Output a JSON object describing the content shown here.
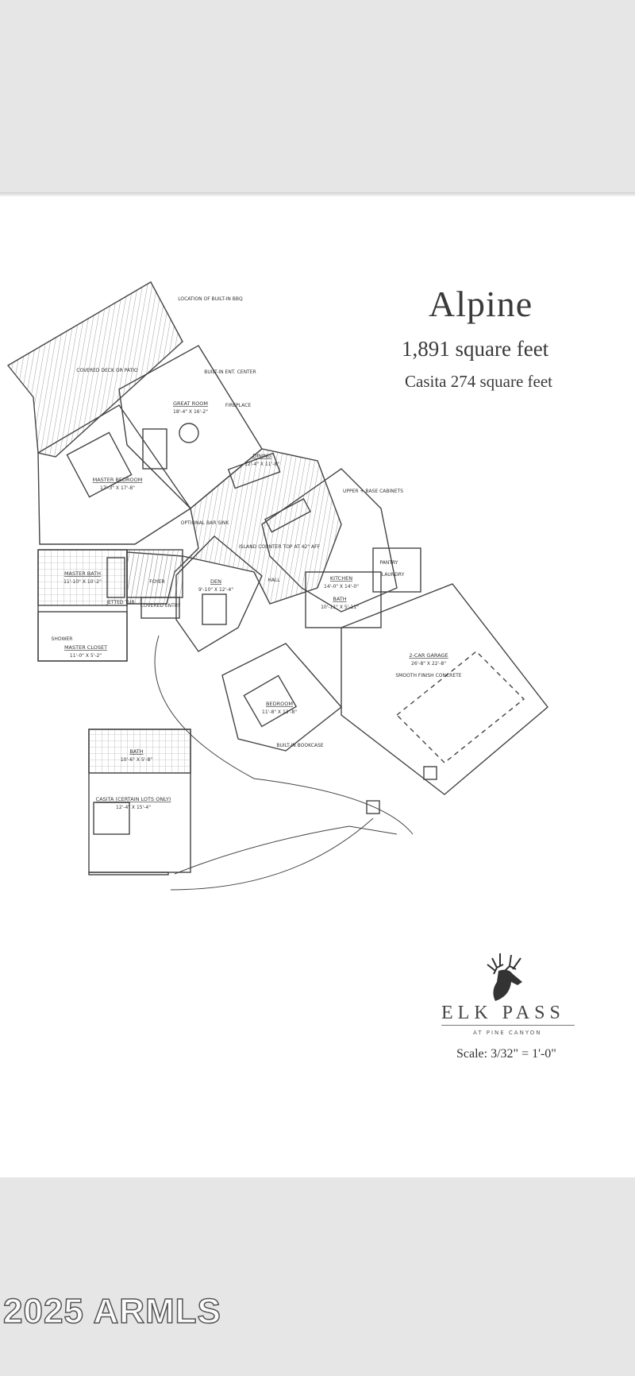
{
  "plan_title": "Alpine",
  "square_feet": "1,891 square feet",
  "casita_area": "Casita 274 square feet",
  "rooms": {
    "covered_deck": "COVERED DECK OR PATIO",
    "location_bbq": "LOCATION OF BUILT-IN BBQ",
    "great_room": "GREAT ROOM",
    "great_room_size": "18'-4\" X 16'-2\"",
    "master_bedroom": "MASTER BEDROOM",
    "master_bedroom_size": "17'-3\" X 17'-8\"",
    "dining": "DINING",
    "dining_size": "12'-4\" X 11'-8\"",
    "kitchen": "KITCHEN",
    "kitchen_size": "14'-0\" X 14'-0\"",
    "master_bath": "MASTER BATH",
    "master_bath_size": "11'-10\" X 10'-2\"",
    "master_closet": "MASTER CLOSET",
    "master_closet_size": "11'-0\" X 5'-2\"",
    "foyer": "FOYER",
    "covered_entry": "COVERED ENTRY",
    "den": "DEN",
    "den_size": "9'-10\" X 12'-4\"",
    "hall": "HALL",
    "bath": "BATH",
    "bath_size": "10'-11\" X 5'-11\"",
    "laundry": "LAUNDRY",
    "bedroom": "BEDROOM",
    "bedroom_size": "11'-8\" X 13'-8\"",
    "garage": "2-CAR GARAGE",
    "garage_size": "26'-8\" X 22'-8\"",
    "garage_note": "SMOOTH FINISH CONCRETE",
    "casita_bath": "BATH",
    "casita_bath_size": "10'-6\" X 5'-8\"",
    "casita_room": "CASITA (CERTAIN LOTS ONLY)",
    "casita_size": "12'-4\" X 15'-4\"",
    "pantry": "PANTRY",
    "island": "ISLAND COUNTER TOP AT 42\" AFF",
    "bar_sink": "OPTIONAL BAR SINK",
    "upper_base": "UPPER + BASE CABINETS",
    "ent_center": "BUILT-IN ENT. CENTER",
    "fireplace": "FIREPLACE",
    "jetted_tub": "JETTED TUB",
    "shower": "SHOWER",
    "built_in_bookcase": "BUILT-IN BOOKCASE"
  },
  "brand": "ELK PASS",
  "brand_sub": "AT PINE CANYON",
  "scale": "Scale: 3/32\" = 1'-0\"",
  "watermark": "2025 ARMLS"
}
